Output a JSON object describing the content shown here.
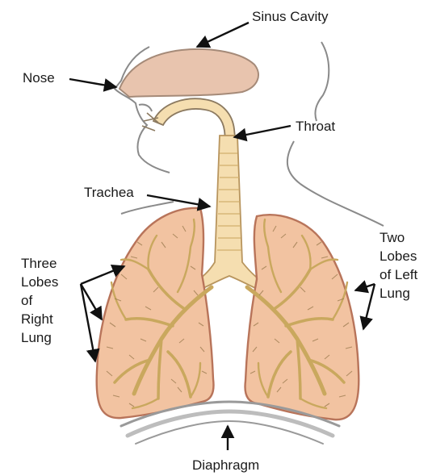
{
  "labels": {
    "sinus": "Sinus Cavity",
    "nose": "Nose",
    "throat": "Throat",
    "trachea": "Trachea",
    "right_lung": "Three\nLobes\nof\nRight\nLung",
    "left_lung": "Two\nLobes\nof Left\nLung",
    "diaphragm": "Diaphragm"
  },
  "colors": {
    "lung_fill": "#f2c3a1",
    "lung_outline": "#b8745a",
    "airway_fill": "#f5deb0",
    "bronchi": "#c9a85e",
    "sinus_fill": "#e8c4ae",
    "arrow": "#111111",
    "sketch": "#8a8a8a"
  }
}
